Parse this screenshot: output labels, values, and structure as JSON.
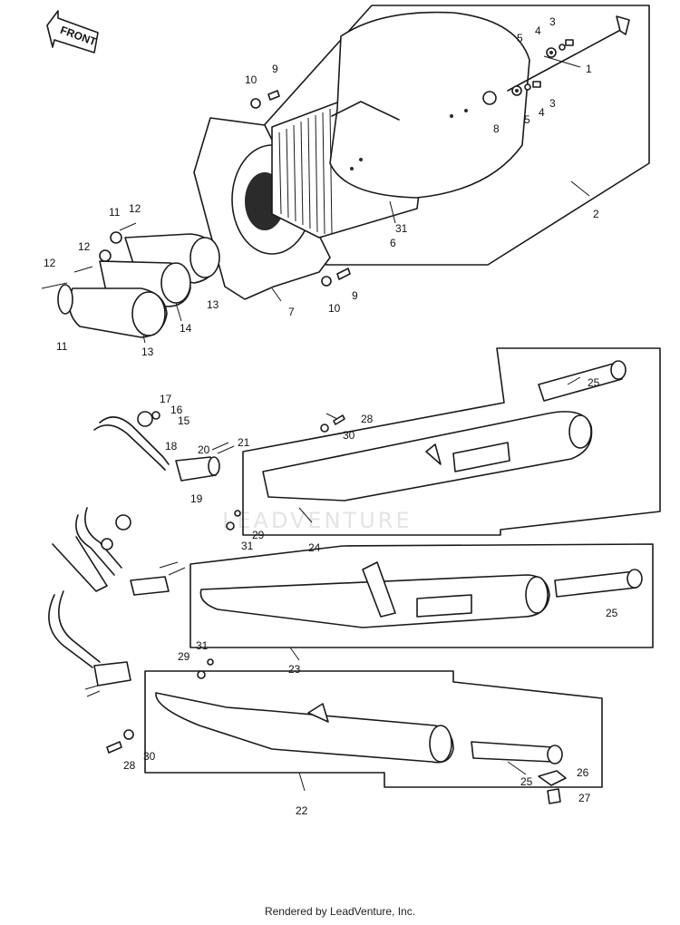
{
  "front_label": "FRONT",
  "watermark": "LEADVENTURE",
  "footer_text": "Rendered by LeadVenture, Inc.",
  "callouts": [
    {
      "id": "c1",
      "text": "1"
    },
    {
      "id": "c2",
      "text": "2"
    },
    {
      "id": "c3a",
      "text": "3"
    },
    {
      "id": "c3b",
      "text": "3"
    },
    {
      "id": "c4a",
      "text": "4"
    },
    {
      "id": "c4b",
      "text": "4"
    },
    {
      "id": "c5a",
      "text": "5"
    },
    {
      "id": "c5b",
      "text": "5"
    },
    {
      "id": "c6",
      "text": "6"
    },
    {
      "id": "c7",
      "text": "7"
    },
    {
      "id": "c8",
      "text": "8"
    },
    {
      "id": "c9a",
      "text": "9"
    },
    {
      "id": "c9b",
      "text": "9"
    },
    {
      "id": "c10a",
      "text": "10"
    },
    {
      "id": "c10b",
      "text": "10"
    },
    {
      "id": "c11a",
      "text": "11"
    },
    {
      "id": "c11b",
      "text": "11"
    },
    {
      "id": "c12a",
      "text": "12"
    },
    {
      "id": "c12b",
      "text": "12"
    },
    {
      "id": "c12c",
      "text": "12"
    },
    {
      "id": "c13a",
      "text": "13"
    },
    {
      "id": "c13b",
      "text": "13"
    },
    {
      "id": "c14",
      "text": "14"
    },
    {
      "id": "c15",
      "text": "15"
    },
    {
      "id": "c16",
      "text": "16"
    },
    {
      "id": "c17",
      "text": "17"
    },
    {
      "id": "c18",
      "text": "18"
    },
    {
      "id": "c19",
      "text": "19"
    },
    {
      "id": "c20",
      "text": "20"
    },
    {
      "id": "c21",
      "text": "21"
    },
    {
      "id": "c22",
      "text": "22"
    },
    {
      "id": "c23",
      "text": "23"
    },
    {
      "id": "c24",
      "text": "24"
    },
    {
      "id": "c25a",
      "text": "25"
    },
    {
      "id": "c25b",
      "text": "25"
    },
    {
      "id": "c25c",
      "text": "25"
    },
    {
      "id": "c26",
      "text": "26"
    },
    {
      "id": "c27",
      "text": "27"
    },
    {
      "id": "c28a",
      "text": "28"
    },
    {
      "id": "c28b",
      "text": "28"
    },
    {
      "id": "c29a",
      "text": "29"
    },
    {
      "id": "c29b",
      "text": "29"
    },
    {
      "id": "c30a",
      "text": "30"
    },
    {
      "id": "c30b",
      "text": "30"
    },
    {
      "id": "c31a",
      "text": "31"
    },
    {
      "id": "c31b",
      "text": "31"
    },
    {
      "id": "c31c",
      "text": "31"
    }
  ]
}
